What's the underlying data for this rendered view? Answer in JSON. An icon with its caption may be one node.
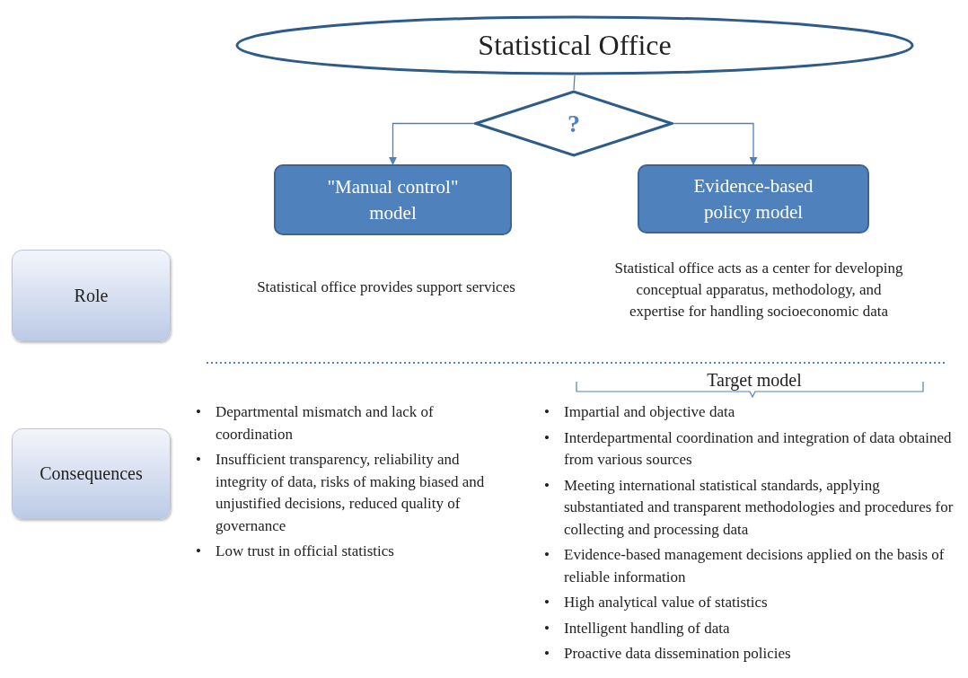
{
  "diagram": {
    "nodes": [
      {
        "text": [
          "Statistical Office"
        ]
      },
      {
        "text": [
          "?"
        ]
      },
      {
        "text": [
          "\"Manual control\" model"
        ]
      },
      {
        "text": [
          "Evidence-based policy model"
        ]
      },
      {
        "text": [
          "Role"
        ]
      },
      {
        "text": [
          "Consequences"
        ]
      }
    ],
    "edges": [
      {
        "from": 0,
        "to": 1,
        "arrow": "none"
      },
      {
        "from": 1,
        "to": 2,
        "arrow": "to"
      },
      {
        "from": 1,
        "to": 3,
        "arrow": "to"
      }
    ],
    "labels": [
      "Statistical office provides support services",
      "Statistical office acts as a center for developing conceptual apparatus, methodology, and expertise for handling socioeconomic data",
      "Target model",
      "•",
      "Departmental mismatch and lack of coordination",
      "•",
      "Insufficient transparency, reliability and integrity of data, risks of making biased and unjustified decisions, reduced quality of governance",
      "•",
      "Low trust in official statistics",
      "•",
      "Impartial and objective data",
      "•",
      "Interdepartmental coordination and integration of data obtained from various sources",
      "•",
      "Meeting international statistical standards, applying substantiated and transparent methodologies and procedures for collecting and processing data",
      "•",
      "Evidence-based management decisions applied on the basis of reliable information",
      "•",
      "High analytical value of statistics",
      "•",
      "Intelligent handling of data",
      "•",
      "Proactive data dissemination policies"
    ]
  }
}
